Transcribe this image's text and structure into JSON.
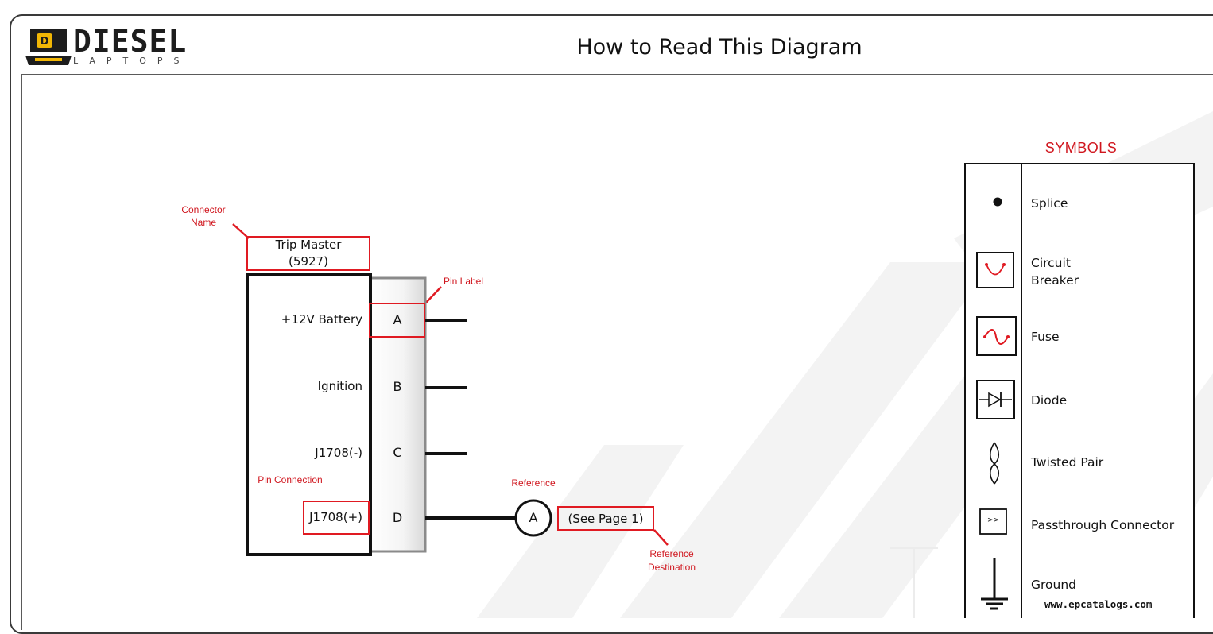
{
  "header": {
    "logo_word": "DIESEL",
    "logo_sub": "LAPTOPS",
    "title": "How to Read This Diagram"
  },
  "connector": {
    "name_line1": "Trip Master",
    "name_line2": "(5927)",
    "pins": [
      {
        "label": "A",
        "signal": "+12V Battery"
      },
      {
        "label": "B",
        "signal": "Ignition"
      },
      {
        "label": "C",
        "signal": "J1708(-)"
      },
      {
        "label": "D",
        "signal": "J1708(+)"
      }
    ]
  },
  "reference": {
    "letter": "A",
    "destination": "(See Page 1)"
  },
  "annotations": {
    "connector_name_line1": "Connector",
    "connector_name_line2": "Name",
    "pin_label": "Pin Label",
    "pin_connection": "Pin Connection",
    "reference": "Reference",
    "reference_destination_line1": "Reference",
    "reference_destination_line2": "Destination"
  },
  "symbols": {
    "heading": "SYMBOLS",
    "items": [
      {
        "icon": "splice-icon",
        "label": "Splice"
      },
      {
        "icon": "circuit-breaker-icon",
        "label_line1": "Circuit",
        "label_line2": "Breaker"
      },
      {
        "icon": "fuse-icon",
        "label": "Fuse"
      },
      {
        "icon": "diode-icon",
        "label": "Diode"
      },
      {
        "icon": "twisted-pair-icon",
        "label": "Twisted Pair"
      },
      {
        "icon": "passthrough-connector-icon",
        "label": "Passthrough Connector",
        "glyph": ">>"
      },
      {
        "icon": "ground-icon",
        "label": "Ground"
      }
    ]
  },
  "watermark_site": "www.epcatalogs.com",
  "colors": {
    "accent_red": "#e01a22",
    "annotation_red": "#d0161e",
    "logo_yellow": "#f2b705"
  }
}
